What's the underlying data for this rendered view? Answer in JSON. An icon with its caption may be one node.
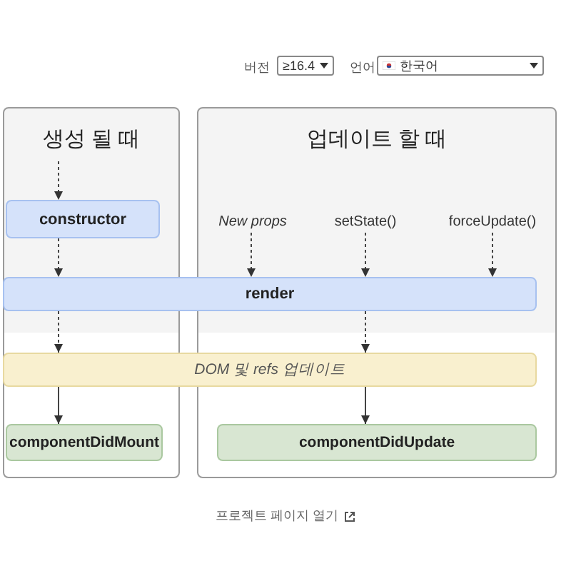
{
  "diagram": {
    "nodes": [
      {
        "text": [
          "생성 될 때"
        ]
      },
      {
        "text": [
          "업데이트 할 때"
        ]
      },
      {
        "text": [
          "constructor"
        ],
        "in": 0
      },
      {
        "text": [
          "New props"
        ],
        "in": 1
      },
      {
        "text": [
          "setState()"
        ],
        "in": 1
      },
      {
        "text": [
          "forceUpdate()"
        ],
        "in": 1
      },
      {
        "text": [
          "render"
        ]
      },
      {
        "text": [
          "DOM 및 refs 업데이트"
        ]
      },
      {
        "text": [
          "componentDidMount"
        ],
        "in": 0
      },
      {
        "text": [
          "componentDidUpdate"
        ],
        "in": 1
      }
    ],
    "edges": [
      {
        "from": null,
        "to": 2,
        "arrow": "to",
        "style": "dashed"
      },
      {
        "from": 2,
        "to": 6,
        "arrow": "to",
        "style": "dashed"
      },
      {
        "from": 3,
        "to": 6,
        "arrow": "to",
        "style": "dashed"
      },
      {
        "from": 4,
        "to": 6,
        "arrow": "to",
        "style": "dashed"
      },
      {
        "from": 5,
        "to": 6,
        "arrow": "to",
        "style": "dashed"
      },
      {
        "from": 6,
        "to": 7,
        "arrow": "to",
        "style": "dashed"
      },
      {
        "from": 6,
        "to": 7,
        "arrow": "to",
        "style": "dashed"
      },
      {
        "from": 7,
        "to": 8,
        "arrow": "to"
      },
      {
        "from": 7,
        "to": 9,
        "arrow": "to"
      }
    ],
    "labels": [
      "버전",
      "≥16.4",
      "언어",
      "한국어",
      "프로젝트 페이지 열기"
    ]
  }
}
